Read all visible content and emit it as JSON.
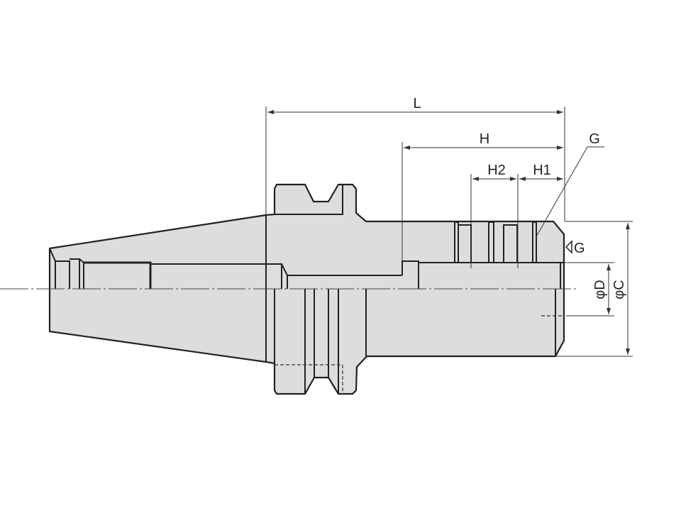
{
  "diagram": {
    "title": "Tool holder dimension drawing",
    "labels": {
      "L": "L",
      "H": "H",
      "H2": "H2",
      "H1": "H1",
      "G_leader": "G",
      "G_side": "G",
      "phiD": "φD",
      "phiC": "φC"
    },
    "colors": {
      "body": "#dcdddf",
      "line": "#222222"
    }
  }
}
